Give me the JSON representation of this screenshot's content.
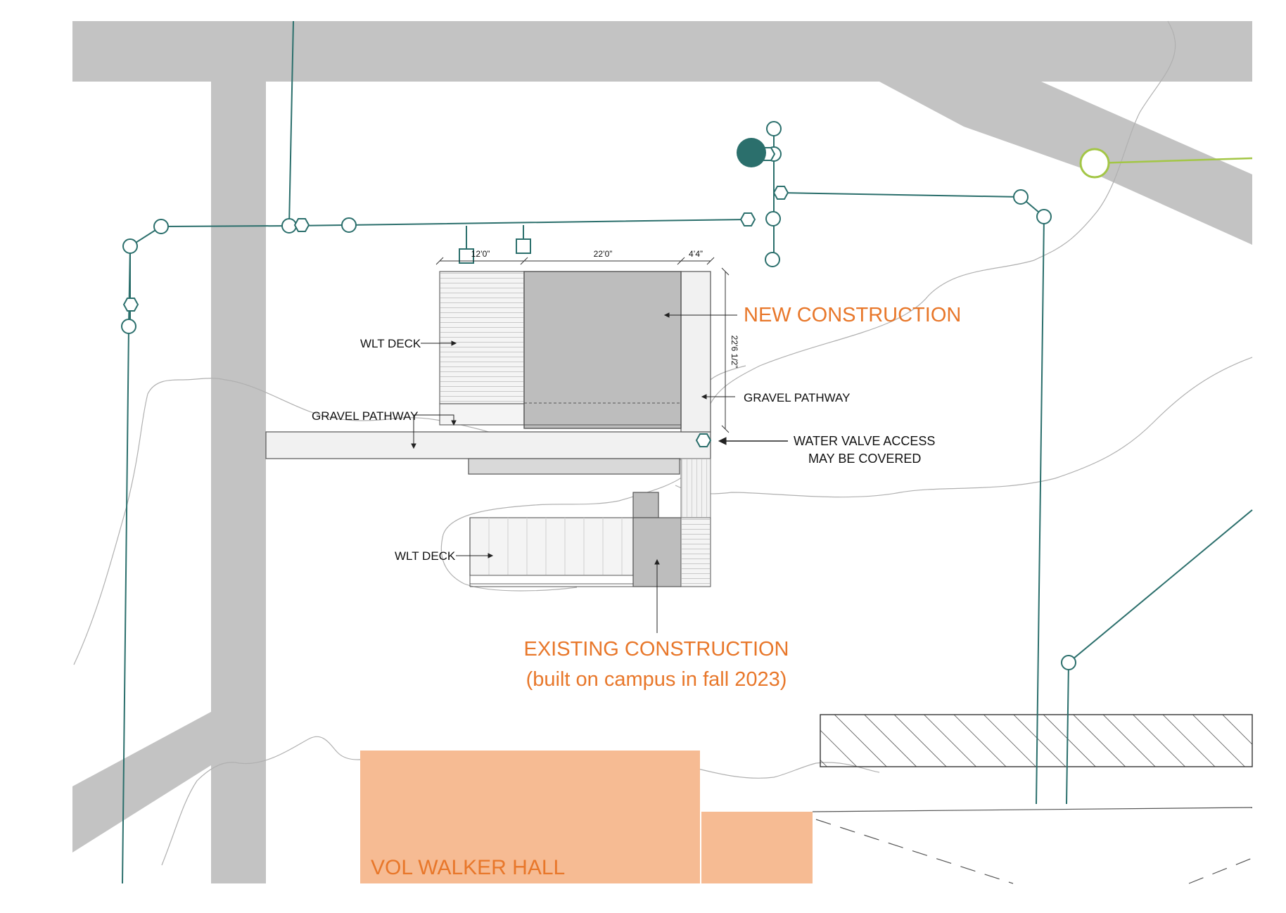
{
  "colors": {
    "road": "#c3c3c3",
    "utility_line": "#2b6f6c",
    "utility_line_light": "#a3c646",
    "building_existing_hall": "#f6bb93",
    "new_construction": "#bdbdbd",
    "label_orange": "#e8772a"
  },
  "labels": {
    "new_construction": "NEW CONSTRUCTION",
    "existing_construction": "EXISTING CONSTRUCTION",
    "existing_construction_note": "(built on campus in fall 2023)",
    "wlt_deck_upper": "WLT DECK",
    "wlt_deck_lower": "WLT DECK",
    "gravel_pathway_left": "GRAVEL PATHWAY",
    "gravel_pathway_right": "GRAVEL PATHWAY",
    "water_valve_line1": "WATER VALVE ACCESS",
    "water_valve_line2": "MAY BE COVERED",
    "vol_walker_hall": "VOL WALKER HALL"
  },
  "dimensions": {
    "deck_width": "12’0”",
    "building_width": "22’0”",
    "side_width": "4’4”",
    "building_depth": "22’6 1/2”"
  }
}
